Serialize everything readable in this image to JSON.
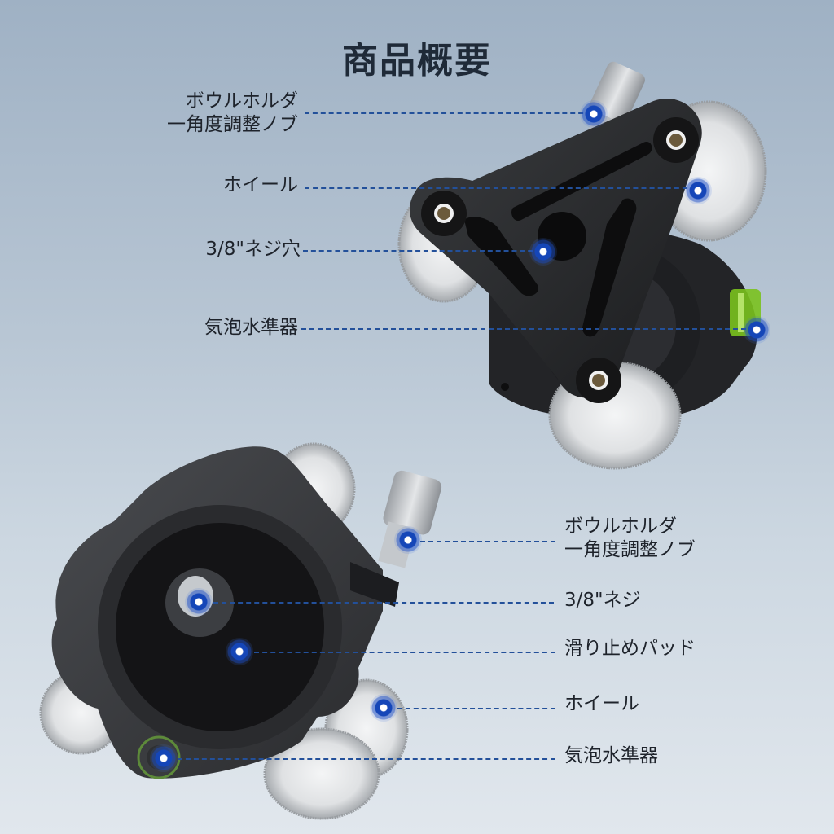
{
  "title": "商品概要",
  "colors": {
    "background_top": "#9fb1c4",
    "background_bottom": "#e1e7ed",
    "title": "#1f2a38",
    "leader_line": "#23509a",
    "hotspot": "#1546b8",
    "bubble_level": "#7ac21e"
  },
  "top_product": {
    "view": "top view, triangular plate",
    "callouts": [
      {
        "label_line1": "ボウルホルダ",
        "label_line2": "一角度調整ノブ"
      },
      {
        "label_line1": "ホイール"
      },
      {
        "label_line1": "3/8\"ネジ穴"
      },
      {
        "label_line1": "気泡水準器"
      }
    ]
  },
  "bottom_product": {
    "view": "top view, round plate",
    "callouts": [
      {
        "label_line1": "ボウルホルダ",
        "label_line2": "一角度調整ノブ"
      },
      {
        "label_line1": "3/8\"ネジ"
      },
      {
        "label_line1": "滑り止めパッド"
      },
      {
        "label_line1": "ホイール"
      },
      {
        "label_line1": "気泡水準器"
      }
    ]
  }
}
